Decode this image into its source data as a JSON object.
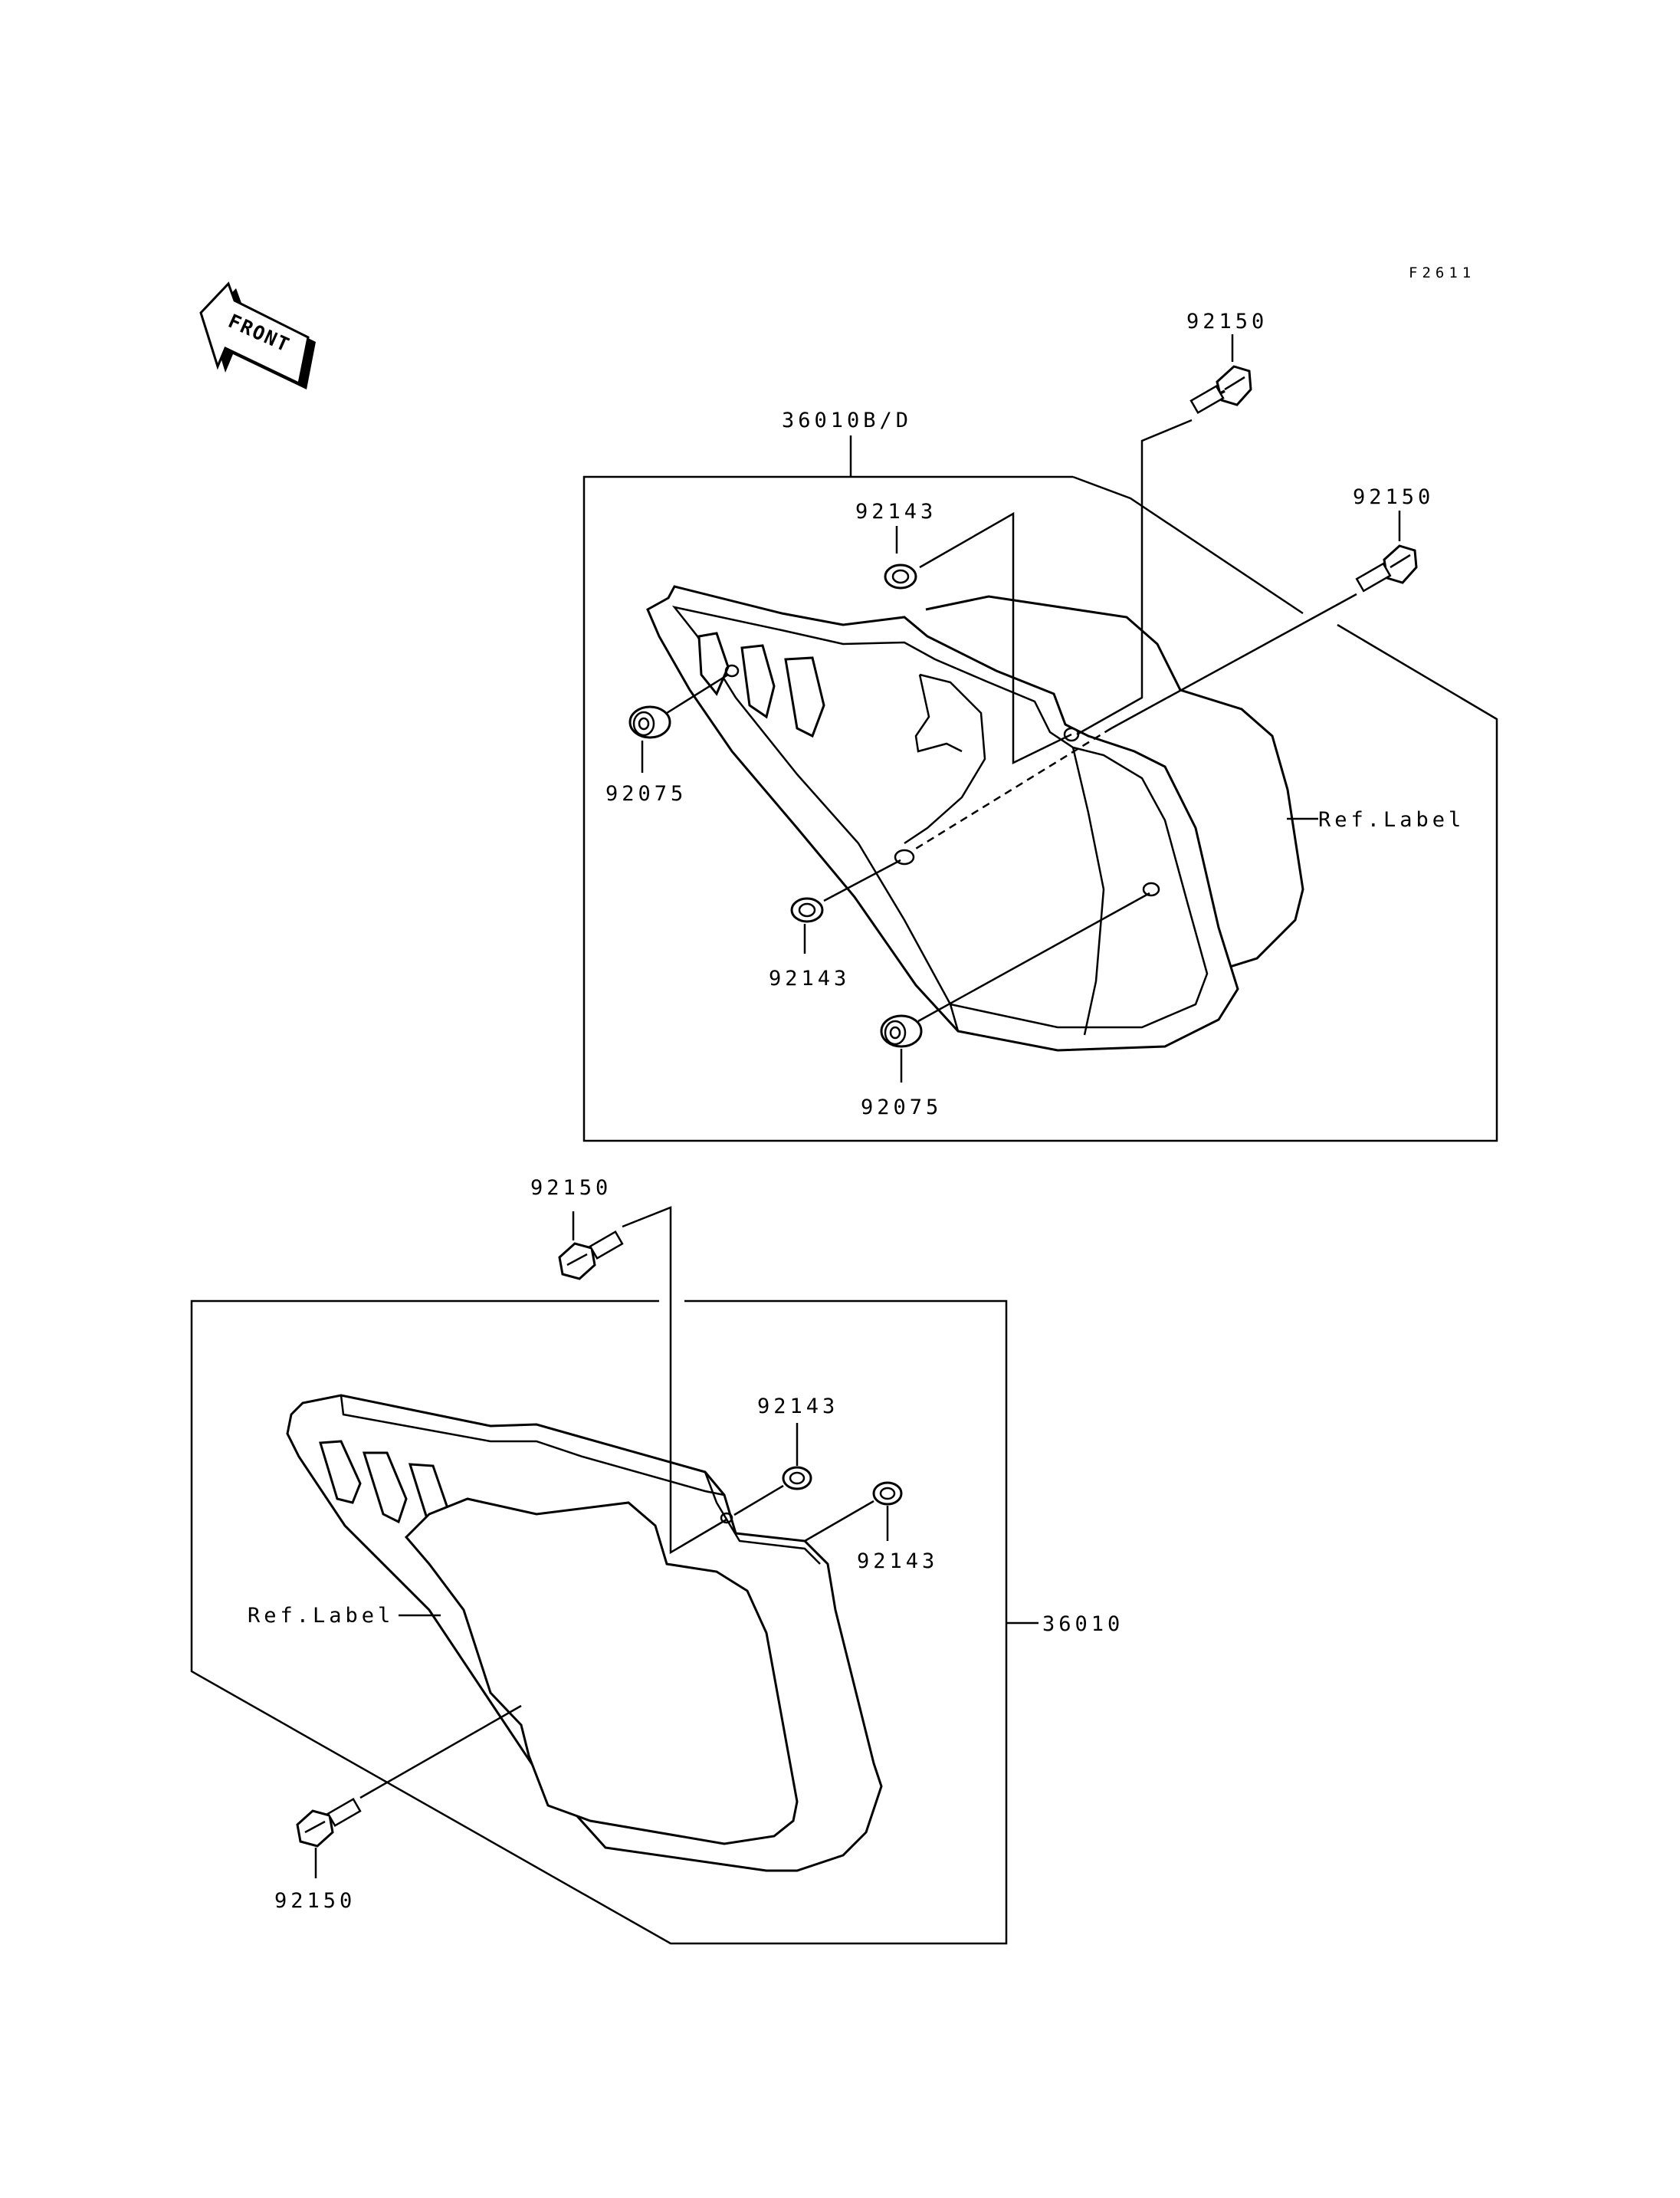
{
  "figure_code": "F2611",
  "front_indicator": {
    "text": "FRONT"
  },
  "upper_assembly": {
    "assembly_label": "36010B/D",
    "bolt_top_label": "92150",
    "bolt_right_label": "92150",
    "grommet_top_label": "92143",
    "grommet_mid_label": "92143",
    "damper_left_label": "92075",
    "damper_bottom_label": "92075",
    "ref_label": "Ref.Label"
  },
  "lower_assembly": {
    "assembly_label": "36010",
    "bolt_top_label": "92150",
    "bolt_bottom_label": "92150",
    "grommet_a_label": "92143",
    "grommet_b_label": "92143",
    "ref_label": "Ref.Label"
  }
}
